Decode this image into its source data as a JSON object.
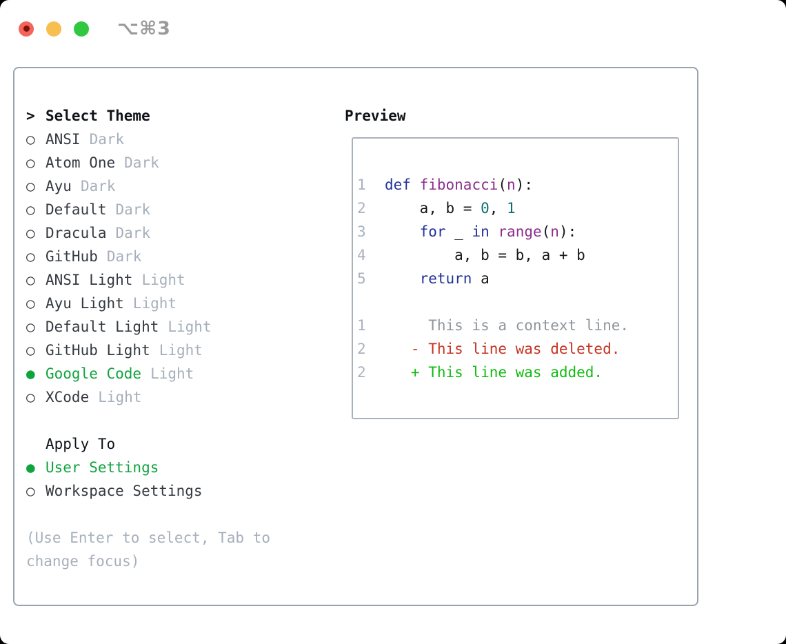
{
  "titlebar": {
    "shortcut": "⌥⌘3"
  },
  "picker": {
    "title": "Select Theme",
    "prompt_marker": ">",
    "unselected_marker": "○",
    "selected_marker": "●",
    "items": [
      {
        "label": "ANSI",
        "tag": "Dark",
        "selected": false
      },
      {
        "label": "Atom One",
        "tag": "Dark",
        "selected": false
      },
      {
        "label": "Ayu",
        "tag": "Dark",
        "selected": false
      },
      {
        "label": "Default",
        "tag": "Dark",
        "selected": false
      },
      {
        "label": "Dracula",
        "tag": "Dark",
        "selected": false
      },
      {
        "label": "GitHub",
        "tag": "Dark",
        "selected": false
      },
      {
        "label": "ANSI Light",
        "tag": "Light",
        "selected": false
      },
      {
        "label": "Ayu Light",
        "tag": "Light",
        "selected": false
      },
      {
        "label": "Default Light",
        "tag": "Light",
        "selected": false
      },
      {
        "label": "GitHub Light",
        "tag": "Light",
        "selected": false
      },
      {
        "label": "Google Code",
        "tag": "Light",
        "selected": true
      },
      {
        "label": "XCode",
        "tag": "Light",
        "selected": false
      }
    ],
    "apply_to": {
      "title": "Apply To",
      "options": [
        {
          "label": "User Settings",
          "selected": true
        },
        {
          "label": "Workspace Settings",
          "selected": false
        }
      ]
    },
    "help_lines": [
      "(Use Enter to select, Tab to",
      "change focus)"
    ]
  },
  "preview": {
    "title": "Preview",
    "lines": [
      {
        "num": "1",
        "tokens": [
          {
            "t": "def",
            "c": "kw"
          },
          {
            "t": " "
          },
          {
            "t": "fibonacci",
            "c": "fn"
          },
          {
            "t": "("
          },
          {
            "t": "n",
            "c": "fn"
          },
          {
            "t": "):"
          }
        ]
      },
      {
        "num": "2",
        "tokens": [
          {
            "t": "    a, b = "
          },
          {
            "t": "0",
            "c": "lit"
          },
          {
            "t": ", "
          },
          {
            "t": "1",
            "c": "lit"
          }
        ]
      },
      {
        "num": "3",
        "tokens": [
          {
            "t": "    "
          },
          {
            "t": "for",
            "c": "kw"
          },
          {
            "t": " _ "
          },
          {
            "t": "in",
            "c": "kw"
          },
          {
            "t": " "
          },
          {
            "t": "range",
            "c": "fn"
          },
          {
            "t": "("
          },
          {
            "t": "n",
            "c": "fn"
          },
          {
            "t": "):"
          }
        ]
      },
      {
        "num": "4",
        "tokens": [
          {
            "t": "        a, b = b, a + b"
          }
        ]
      },
      {
        "num": "5",
        "tokens": [
          {
            "t": "    "
          },
          {
            "t": "return",
            "c": "kw"
          },
          {
            "t": " a"
          }
        ]
      },
      {
        "num": "",
        "tokens": []
      },
      {
        "num": "1",
        "tokens": [
          {
            "t": "     This is a context line.",
            "c": "ctx"
          }
        ]
      },
      {
        "num": "2",
        "tokens": [
          {
            "t": "   - This line was deleted.",
            "c": "del"
          }
        ]
      },
      {
        "num": "2",
        "tokens": [
          {
            "t": "   + This line was added.",
            "c": "add"
          }
        ]
      }
    ]
  },
  "colors": {
    "accent-green": "#10a43e",
    "text-dark": "#343a40",
    "text-black": "#0f1317",
    "muted": "#a6afbb",
    "line-num": "#a8b1bd",
    "kw": "#223399",
    "fn": "#8b2f8b",
    "lit": "#0e6e6e",
    "code-plain": "#14181c",
    "diff-ctx": "#8e959c",
    "diff-del": "#c63222",
    "diff-add": "#0fbc0f",
    "panel-border": "#9aa3ad",
    "preview-border": "#a9b1bb",
    "traffic-red": "#f1655a",
    "traffic-red-dot": "#7d130c",
    "traffic-yellow": "#f6bf4f",
    "traffic-green": "#30c841",
    "shortcut-gray": "#9a9a9a"
  }
}
